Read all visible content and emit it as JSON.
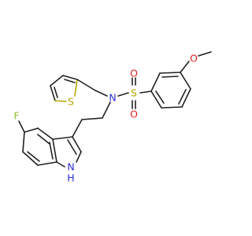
{
  "molecule": {
    "atom_labels": {
      "fluorine": "F",
      "indole_nh": "H",
      "indole_n": "N",
      "amide_n": "N",
      "sulfonyl_s": "S",
      "sulfonyl_o_top": "O",
      "sulfonyl_o_bottom": "O",
      "thiophene_s": "S",
      "methoxy_o": "O"
    },
    "colors": {
      "bond": "#222222",
      "fluorine": "#90c030",
      "nitrogen": "#2b2bd6",
      "oxygen": "#e02020",
      "sulfur": "#b3a800",
      "background": "#ffffff"
    }
  }
}
